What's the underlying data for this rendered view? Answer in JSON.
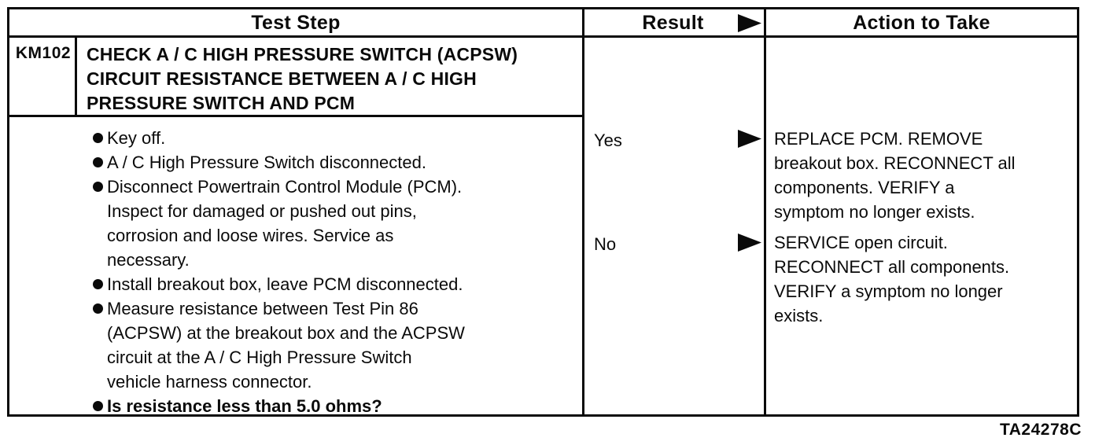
{
  "table": {
    "headers": {
      "test_step": "Test Step",
      "result": "Result",
      "action_to_take": "Action to Take"
    },
    "test": {
      "id": "KM102",
      "title": "CHECK A / C HIGH PRESSURE SWITCH (ACPSW)\nCIRCUIT RESISTANCE BETWEEN A / C HIGH\nPRESSURE SWITCH AND PCM",
      "steps": [
        "Key off.",
        "A / C High Pressure Switch disconnected.",
        "Disconnect Powertrain Control Module (PCM).\nInspect for damaged or pushed out pins,\ncorrosion and loose wires. Service as\nnecessary.",
        "Install breakout box, leave PCM disconnected.",
        "Measure resistance between Test Pin 86\n(ACPSW) at the breakout box and the ACPSW\ncircuit at the A / C High Pressure Switch\nvehicle harness connector.",
        "Is resistance less than 5.0 ohms?"
      ]
    },
    "results": [
      {
        "label": "Yes",
        "action": "REPLACE PCM. REMOVE\nbreakout box. RECONNECT all\ncomponents. VERIFY a\nsymptom no longer exists."
      },
      {
        "label": "No",
        "action": "SERVICE open circuit.\nRECONNECT all components.\nVERIFY a symptom no longer\nexists."
      }
    ]
  },
  "figure_code": "TA24278C",
  "colors": {
    "ink": "#0a0a0a",
    "paper": "#ffffff"
  }
}
